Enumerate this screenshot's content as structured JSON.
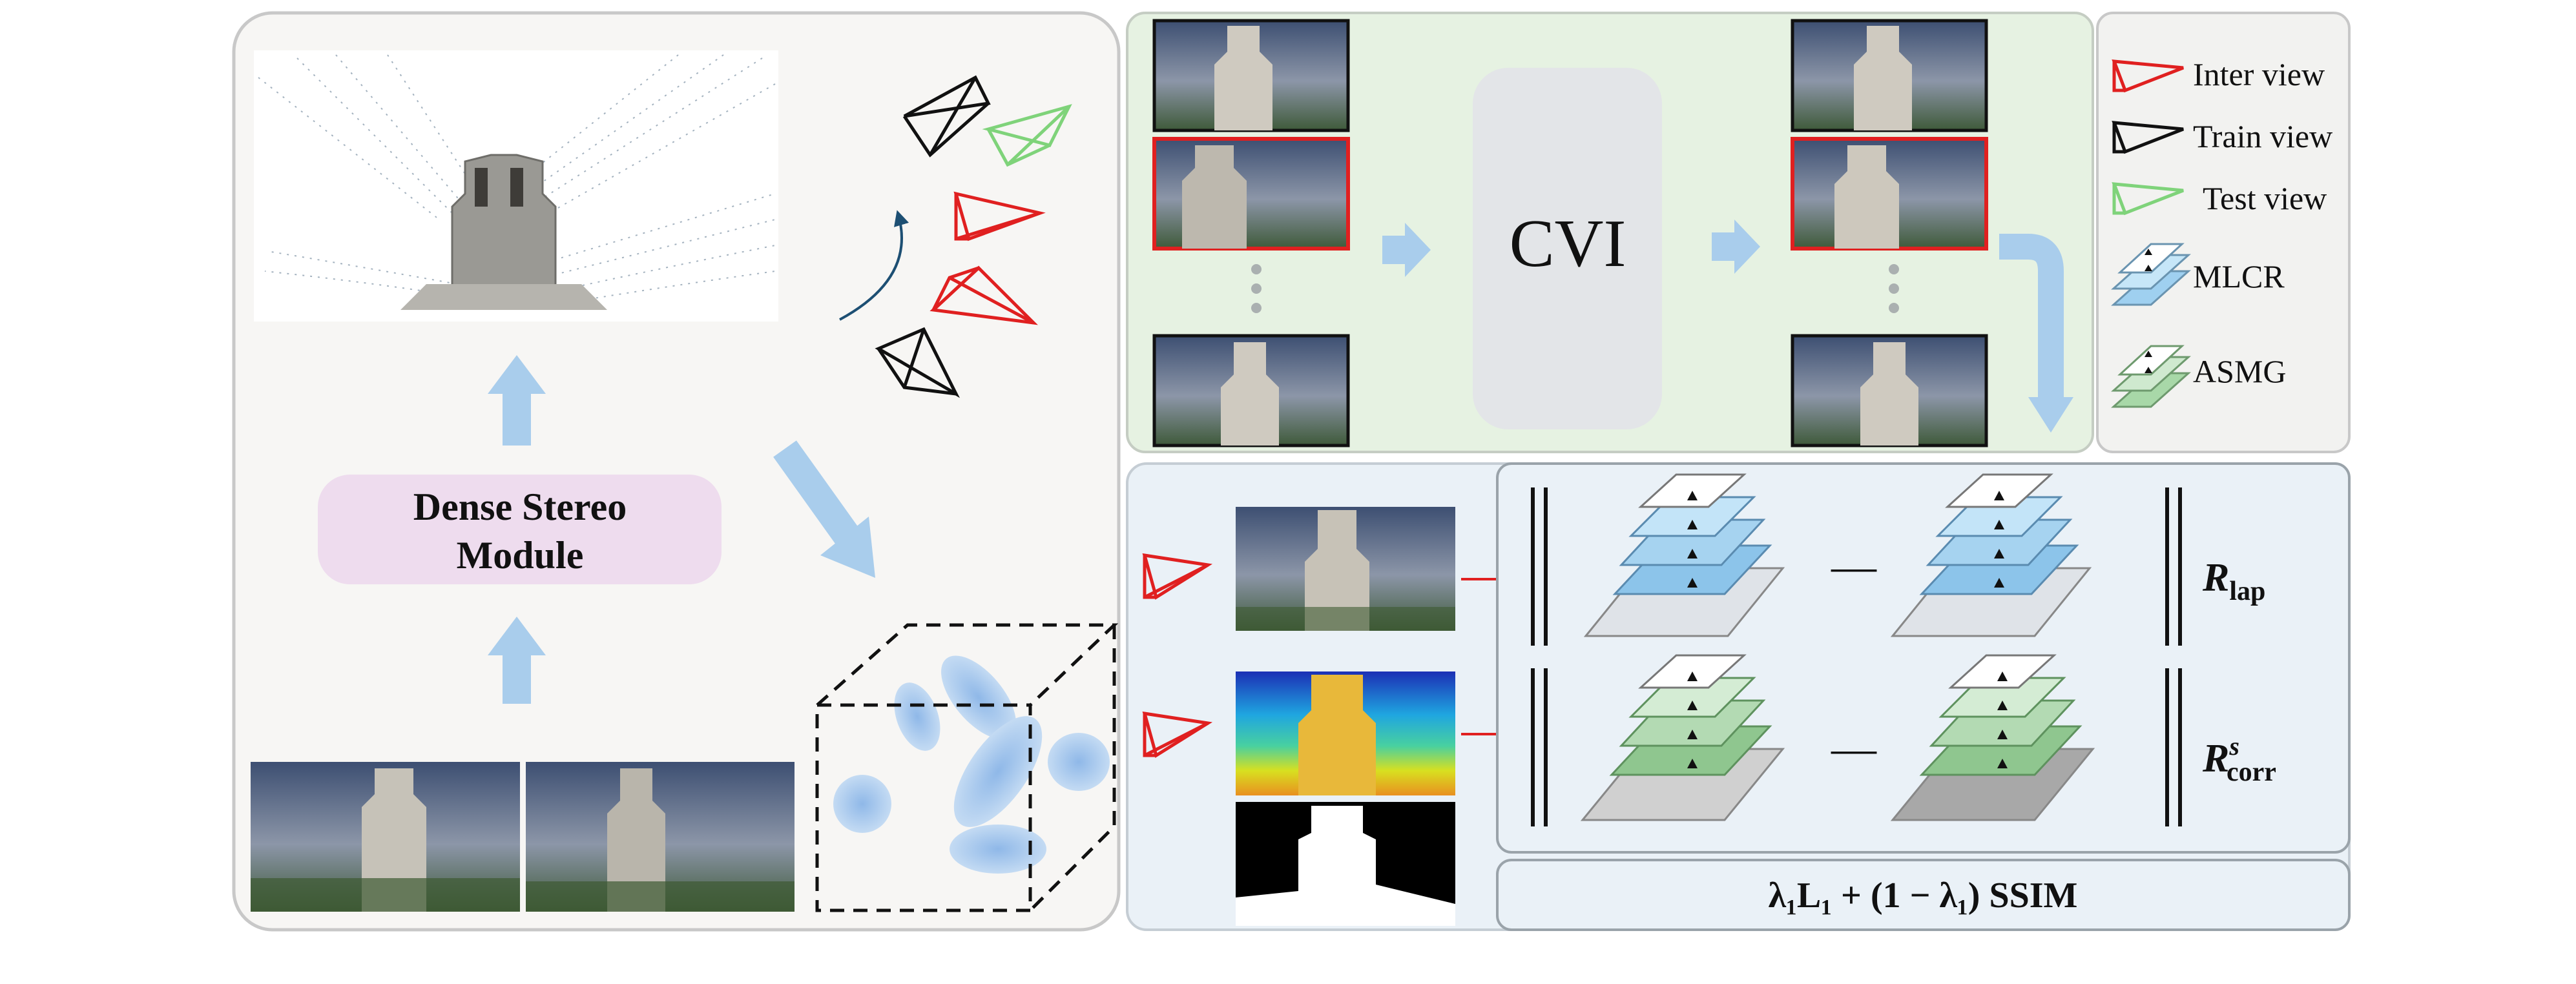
{
  "left_panel": {
    "module_label_line1": "Dense Stereo",
    "module_label_line2": "Module"
  },
  "cvi_panel": {
    "cvi_label": "CVI"
  },
  "legend": {
    "items": [
      {
        "label": "Inter view",
        "color": "#e02020"
      },
      {
        "label": "Train view",
        "color": "#111111"
      },
      {
        "label": "Test view",
        "color": "#7fd37a"
      },
      {
        "label": "MLCR",
        "color": "#9fd0f0"
      },
      {
        "label": "ASMG",
        "color": "#a8d8a8"
      }
    ]
  },
  "loss_panel": {
    "r_lap": "R",
    "r_lap_sub": "lap",
    "r_corr": "R",
    "r_corr_sup": "s",
    "r_corr_sub": "corr",
    "minus": "—",
    "formula": "λ₁L₁ + (1 − λ₁) SSIM"
  },
  "colors": {
    "left_panel_bg": "#f7f6f4",
    "cvi_panel_bg": "#e6f2e2",
    "legend_bg": "#f2f2f0",
    "loss_panel_bg": "#eaf1f7",
    "module_bg": "#eedcee",
    "cvi_box_bg": "#e3e5e8",
    "arrow_blue": "#a9cdec",
    "inter_red": "#e02020",
    "test_green": "#7fd37a"
  }
}
